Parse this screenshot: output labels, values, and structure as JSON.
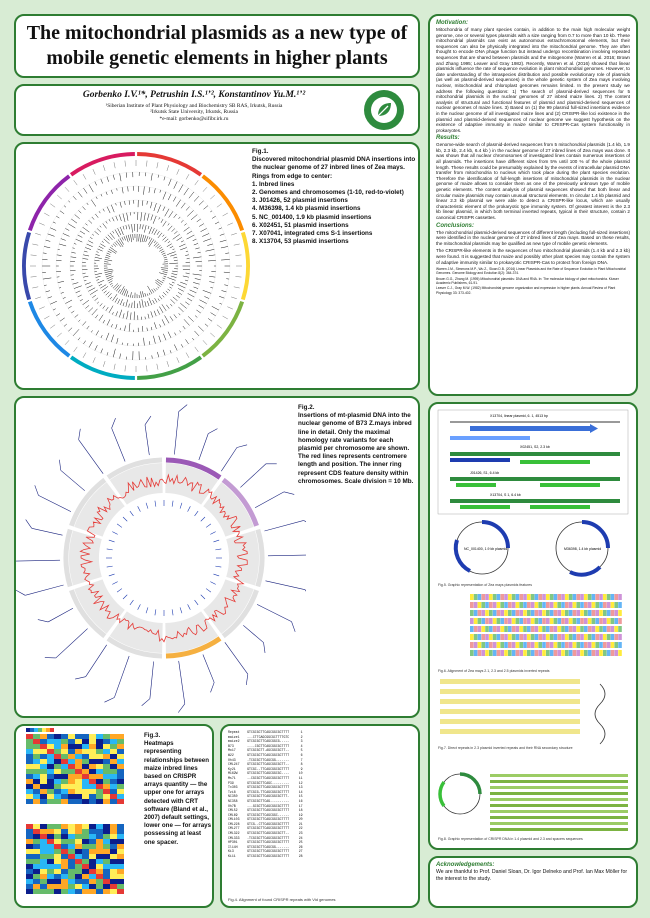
{
  "title": "The mitochondrial plasmids as a new type of mobile genetic elements in higher plants",
  "authors": {
    "names": "Gorbenko I.V.¹*, Petrushin I.S.¹ʼ², Konstantinov Yu.M.¹ʼ²",
    "aff1": "¹Siberian Institute of Plant Physiology and Biochemistry SB RAS, Irkutsk, Russia",
    "aff2": "²Irkutsk State University, Irkutsk, Russia",
    "email": "*e-mail: gorbenko@sifibr.irk.ru"
  },
  "fig1": {
    "caption_head": "Fig.1.",
    "caption_text": "Discovered mitochondrial plasmid DNA insertions into the nuclear genome of 27 inbred lines of Zea mays. Rings from edge to center:",
    "items": [
      "1. Inbred lines",
      "2. Genomes and chromosomes (1-10, red-to-violet)",
      "3. J01426, 52 plasmid insertions",
      "4. M36398, 1.4 kb plasmid insertions",
      "5. NC_001400, 1.9 kb plasmid insertions",
      "6. X02451, 51 plasmid insertions",
      "7. X07041, integrated cms S-1 insertions",
      "8. X13704, 53 plasmid insertions"
    ]
  },
  "fig2": {
    "caption_head": "Fig.2.",
    "caption_text": "Insertions of mt-plasmid DNA into the nuclear genome of B73 Z.mays inbred line in detail. Only the maximal homology rate variants for each plasmid per chromosome are shown. The red lines represents centromere length and position. The inner ring represent CDS feature density within chromosomes. Scale division = 10 Mb."
  },
  "fig3": {
    "caption_head": "Fig.3.",
    "caption_text": "Heatmaps representing relationships between maize inbred lines based on CRISPR arrays quantity — the upper one for arrays detected with CRT software (Bland et al., 2007) default settings, lower one — for arrays possessing at least one spacer."
  },
  "fig4": {
    "caption": "Fig.4. Alignment of found CRISPR repeats with Vid genomes",
    "rows": [
      "Repeat    GTCGCGCTTCAGCGGCGCTTTT      1",
      "maize1    ---CTTCAGCGGCGCTTTTGTC      2",
      "maize2    GTCGCGCTTCAGCGGCG-----      3",
      "B73       ----CGCTTCAGCGGCGCTTTT      4",
      "Mo17      GTCGCGCTT-AGCGGCGCTT--      5",
      "W22       GTCGCGCTTCAGCGGCGCTTTT      6",
      "Oh43      -TCGCGCTTCAGCGG-------      7",
      "CML247    GTCGCGCTTCAGCGGCGCTT--      8",
      "Ky21      GTCGC--TTCAGCGGCGCTTTT      9",
      "M162W     GTCGCGCTTCAGCGGCGC----     10",
      "Ms71      --CGCGCTTCAGCGGCGCTTTT     11",
      "P39       GTCGCGCTTCAGC---------     12",
      "Tx303     GTCGCGCTTCAGCGGCGCTTTT     13",
      "Tzi8      GTCGCG-TTCAGCGGCGCTTTT     14",
      "NC350     GTCGCGCTTCAGCGGCGCTTT-     15",
      "NC358     GTCGCGCTTCAG----------     16",
      "Oh7B      ---GCGCTTCAGCGGCGCTTTT     17",
      "CML52     GTCGCGCTTCAGCGGCGCTTTT     18",
      "CML69     GTCGCGCTTCAGCGGC------     19",
      "CML103    GTCGCGCTTCAGCGGCGCTTTT     20",
      "CML228    GTCG--CTTCAGCGGCGCTTTT     21",
      "CML277    GTCGCGCTTCAGCGGCGCTTTT     22",
      "CML322    GTCGCGCTTCAGCGGCGCTT--     23",
      "CML333    -TCGCGCTTCAGCGGCGCTTTT     24",
      "HP301     GTCGCGCTTCAGCGGCGCTTTT     25",
      "Il14H     GTCGCGCTTCAGCGG-------     26",
      "Ki3       GTCGCGCTTCAGCGGCGCTTTT     27",
      "Ki11      GTCGCGCTTCAGCGGCGCTTTT     28"
    ]
  },
  "motivation": {
    "head": "Motivation:",
    "text": "Mitochondria of many plant species contain, in addition to the main high molecular weight genome, one or several types plasmids with a size ranging from 0.7 to more than 10 kb. These mitochondrial plasmids can exist as autonomous extrachromosomal elements, but their sequences can also be physically integrated into the mitochondrial genome. They are often thought to encode DNA phage function but instead undergo recombination involving repeated sequences that are shared between plasmids and the mitogenome (Warren et al. 2016; Brown and Zhang 1995; Leaver and Gray 1982). Recently, Warren et al. (2016) showed that linear plasmids influence the rate of sequence evolution in plant mitochondrial genomes. However, to date understanding of the intraspecies distribution and possible evolutionary role of plasmids (as well as plasmid-derived sequences) in the whole genetic system of Zea mays involving nuclear, mitochondrial and chloroplast genomes remains limited. In the present study we address the following questions: 1) The search of plasmid-derived sequences for 5 mitochondrial plasmids in the nuclear genomes of 27 inbred maize lines. 2) The content analysis of structural and functional features of plasmid and plasmid-derived sequences of nuclear genomes of maize lines. 3) Based on (1) the 99 plasmid full-sized insertions evidence in the nuclear genome of all investigated maize lines and (2) CRISPR-like loci existence in the plasmid and plasmid-derived sequences of nuclear genome we suggest hypothesis on the existence of adaptive immunity in maize similar to CRISPR-Cas system functionality in prokaryotes."
  },
  "results": {
    "head": "Results:",
    "text": "Genome-wide search of plasmid-derived sequences from 5 mitochondrial plasmids (1.4 kb, 1.9 kb, 2.3 kb, 2.4 kb, 6.4 kb ) in the nuclear genome of 27 inbred lines of Zea mays was done. It was shown that all nuclear chromosomes of investigated lines contain numerous insertions of all plasmids. The insertions have different sizes from 5% until 100 % of the whole plasmid length. These results could be presumably explained by the events of intracellular plasmid DNA transfer from mitochondria to nucleus which took place during the plant species evolution. Therefore the identification of full-length insertions of mitochondrial plasmids in the nuclear genome of maize allows to consider them as one of the previously unknown type of mobile genetic elements. The content analysis of plasmid sequences showed that both linear and circular maize plasmids may contain unusual structural elements. In circular 1.4 kb plasmid and linear 2.3 kb plasmid we were able to detect a CRISPR-like locus, which are usually characteristic element of the prokaryotic type immunity system. Of greatest interest is the 2.3 kb linear plasmid, in which both terminal inverted repeats, typical in their structure, contain 2 canonical CRISPR cassettes."
  },
  "conclusions": {
    "head": "Conclusions:",
    "text1": "The mitochondrial plasmid-derived sequences of different length (including full-sized insertions) were identified in the nuclear genome of 27 inbred lines of Zea mays. Based on these results, the mitochondrial plasmids may be qualified as new type of mobile genetic elements.",
    "text2": "The CRISPR-like elements in the sequences of two mitochondrial plasmids (1.4 kb and 2.3 kb) were found. It is suggested that maize and possibly other plant species may contain the system of adaptive immunity similar to prokaryotic CRISPR-Cas to protect from foreign DNA."
  },
  "references": [
    "Warren J.M., Simmons M.P., Wu Z., Sloan D.B. (2016) Linear Plasmids and the Rate of Sequence Evolution in Plant Mitochondrial Genomes. Genome Biology and Evolution 8(2): 364-374.",
    "Brown G.G., Zhang M. (1995) Mitochondrial plasmids: DNA and RNA. In: The molecular biology of plant mitochondria. Kluwer Academic Publishers, 61-91.",
    "Leaver C.J., Gray M.W. (1982) Mitochondrial genome organization and expression in higher plants. Annual Review of Plant Physiology 33: 373-402."
  ],
  "right_figs": {
    "cap5": "Fig.5. Graphic representation of Zea mays plasmids features",
    "cap6": "Fig.6. Alignment of Zea mays 2.1, 2.3 and 2.5 plasmids inverted repeats",
    "cap7": "Fig.7. Direct repeats in 2.3 plasmid inverted repeats and their RNA secondary structure",
    "cap8": "Fig.8. Graphic representation of CRISPR DNA in 1.4 plasmid and 2.3 and spacers sequences",
    "map_labels": [
      "X13704, linear plasmid, 6. 1, 4513 bp",
      "X02451, S2, 2.3 kb",
      "J01426, S1, 6.4 kb",
      "X13704, S 1, 6.4 kb"
    ],
    "circ1": "NC_001400, 1.9 kb plasmid",
    "circ2": "M36398, 1.4 kb plasmid"
  },
  "ack": {
    "head": "Acknowledgements:",
    "text": "We are thankful to Prof. Daniel Sloan, Dr. Igor Delneko and Prof. Ian Max Möller for the interest to the study."
  },
  "colors": {
    "background": "#d8ecd4",
    "border": "#2e7d32",
    "heading": "#2e7d32"
  }
}
